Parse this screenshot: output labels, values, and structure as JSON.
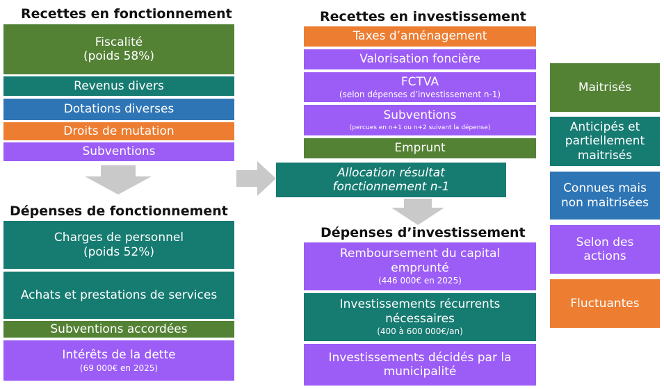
{
  "colors": {
    "green": "#548235",
    "teal": "#167b71",
    "blue": "#2e75b6",
    "orange": "#ed7d31",
    "purple": "#9c5cf6",
    "arrow": "#c9c9c9"
  },
  "recettes_fonctionnement": {
    "title": "Recettes en fonctionnement",
    "fiscalite": {
      "line1": "Fiscalité",
      "line2": "(poids 58%)"
    },
    "revenus_divers": "Revenus divers",
    "dotations": "Dotations diverses",
    "droits_mutation": "Droits de mutation",
    "subventions": "Subventions"
  },
  "depenses_fonctionnement": {
    "title": "Dépenses de fonctionnement",
    "charges": {
      "line1": "Charges de personnel",
      "line2": "(poids 52%)"
    },
    "achats": "Achats et prestations de services",
    "subventions": "Subventions accordées",
    "interets": {
      "line1": "Intérêts de la dette",
      "note": "(69 000€ en 2025)"
    }
  },
  "recettes_investissement": {
    "title": "Recettes en investissement",
    "taxes": "Taxes d’aménagement",
    "valorisation": "Valorisation foncière",
    "fctva": {
      "line1": "FCTVA",
      "note": "(selon dépenses d’investissement n-1)"
    },
    "subventions": {
      "line1": "Subventions",
      "note": "(percues en n+1 ou n+2 suivant la dépense)"
    },
    "emprunt": "Emprunt",
    "allocation": {
      "line1": "Allocation résultat",
      "line2": "fonctionnement n-1"
    }
  },
  "depenses_investissement": {
    "title": "Dépenses d’investissement",
    "remboursement": {
      "line1": "Remboursement du capital",
      "line2": "emprunté",
      "note": "(446 000€ en 2025)"
    },
    "recurrents": {
      "line1": "Investissements récurrents",
      "line2": "nécessaires",
      "note": "(400 à 600 000€/an)"
    },
    "decides": {
      "line1": "Investissements décidés par la",
      "line2": "municipalité"
    }
  },
  "legend": {
    "maitrises": "Maitrisés",
    "anticipes": {
      "line1": "Anticipés et",
      "line2": "partiellement",
      "line3": "maitrisés"
    },
    "connues": {
      "line1": "Connues mais",
      "line2": "non maitrisées"
    },
    "selon": {
      "line1": "Selon des",
      "line2": "actions"
    },
    "fluctuantes": "Fluctuantes"
  }
}
